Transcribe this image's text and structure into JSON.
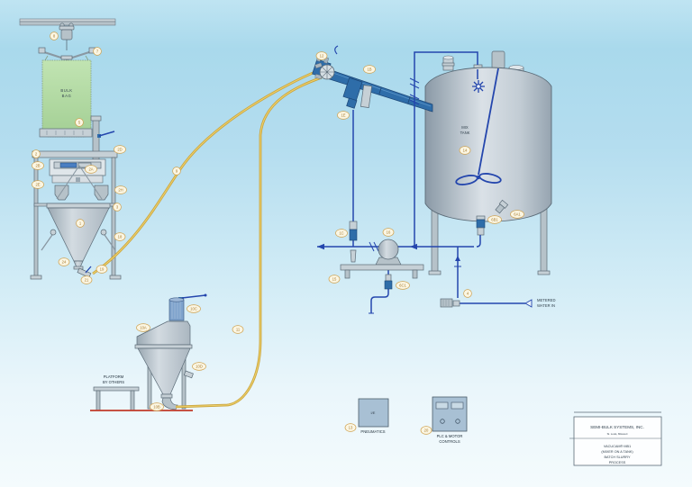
{
  "diagram": {
    "bulk_bag": {
      "line1": "BULK",
      "line2": "BAG"
    },
    "mix_tank": {
      "line1": "MIX",
      "line2": "TANK"
    },
    "platform_note": {
      "line1": "PLATFORM",
      "line2": "BY OTHERS"
    },
    "water_inlet": {
      "line1": "METERED",
      "line2": "WATER IN"
    },
    "pneumatics": {
      "box_label": "I/E",
      "caption": "PNEUMATICS"
    },
    "plc": {
      "caption_line1": "PLC & MOTOR",
      "caption_line2": "CONTROLS"
    }
  },
  "title_block": {
    "company": "SEMI-BULK SYSTEMS, INC.",
    "city": "St. Louis, Missouri",
    "line1": "VACUCAM® MB1",
    "line2": "(MIXER ON A TANK)",
    "line3": "BATCH SLURRY",
    "line4": "PROCESS"
  },
  "tags": {
    "hoist": "8",
    "spreader": "7",
    "bag": "5",
    "bag_valve": "2D",
    "frame_2": "2",
    "frame_2b": "2B",
    "frame_2e": "2E",
    "hopper_2a": "2A",
    "frame_2h": "2H",
    "frame_3": "3",
    "cone_1": "1",
    "frame_18": "18",
    "cone_24": "24",
    "discharge_19": "19",
    "discharge_21": "21",
    "hose_upper": "9",
    "wye": "12",
    "ejector_1b": "1B",
    "ejector_1e": "1E",
    "valve_1c": "1C",
    "pump": "16",
    "bench": "15",
    "drain_6c1": "6C1",
    "tank": "14",
    "tank_valve_6b1": "6B1",
    "tank_valve_6a1": "6A1",
    "water_meter": "4",
    "recv_10a": "10A",
    "recv_10c": "10C",
    "recv_10d": "10D",
    "recv_10b": "10B",
    "hose_lower": "11",
    "pneumatics": "13",
    "plc": "20"
  },
  "colors": {
    "pipe_blue": "#2446ad",
    "equipment_blue": "#2e6da9",
    "hose_yellow": "#caa43c",
    "bag_green": "#b3dca4",
    "platform_red": "#c03a2a",
    "tag_orange": "#cfa14e",
    "steel_gray": "#b6c2c9",
    "background_top": "#a9d9ec",
    "background_bottom": "#f2fafc"
  }
}
